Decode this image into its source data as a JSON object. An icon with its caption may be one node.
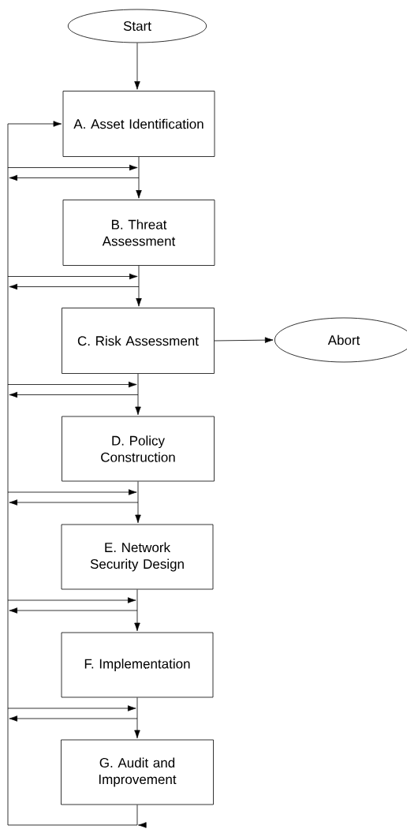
{
  "diagram": {
    "nodes": [
      {
        "text": [
          "Start"
        ]
      },
      {
        "text": [
          "A. Asset Identification"
        ]
      },
      {
        "text": [
          "B. Threat Assessment"
        ]
      },
      {
        "text": [
          "C. Risk Assessment"
        ]
      },
      {
        "text": [
          "Abort"
        ]
      },
      {
        "text": [
          "D. Policy Construction"
        ]
      },
      {
        "text": [
          "E. Network Security Design"
        ]
      },
      {
        "text": [
          "F. Implementation"
        ]
      },
      {
        "text": [
          "G. Audit and Improvement"
        ]
      }
    ],
    "edges": [
      {
        "from": 0,
        "to": 1,
        "arrow": "to"
      },
      {
        "from": 1,
        "to": 2,
        "arrow": "to"
      },
      {
        "from": 2,
        "to": 3,
        "arrow": "to"
      },
      {
        "from": 3,
        "to": 4,
        "arrow": "to"
      },
      {
        "from": 3,
        "to": 5,
        "arrow": "to"
      },
      {
        "from": 5,
        "to": 6,
        "arrow": "to"
      },
      {
        "from": 6,
        "to": 7,
        "arrow": "to"
      },
      {
        "from": 7,
        "to": 8,
        "arrow": "to"
      },
      {
        "from": 8,
        "to": 1,
        "arrow": "to"
      }
    ]
  }
}
